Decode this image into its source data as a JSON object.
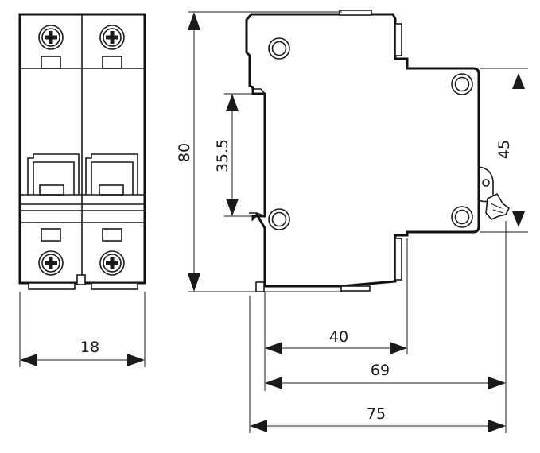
{
  "dimensions": {
    "front_width": "18",
    "total_height": "80",
    "rail_height": "35.5",
    "cover_height": "45",
    "depth_40": "40",
    "depth_69": "69",
    "depth_75": "75"
  }
}
